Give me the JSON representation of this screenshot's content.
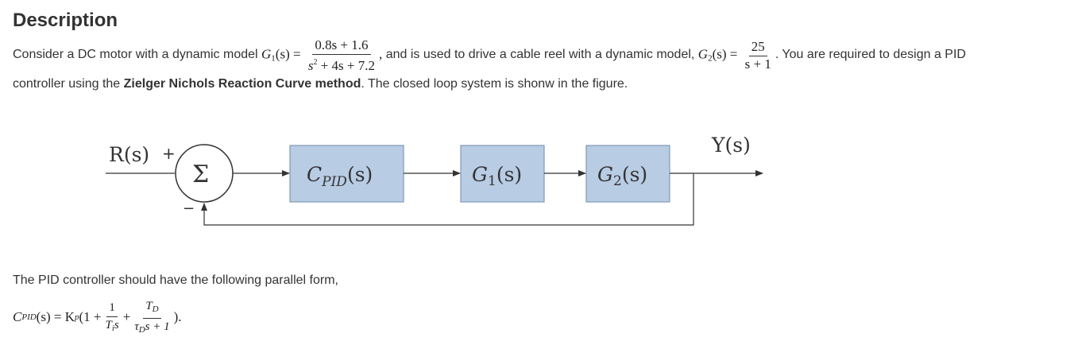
{
  "section": {
    "title": "Description"
  },
  "intro": {
    "part1": "Consider a DC motor with a dynamic model ",
    "g1_label": "G",
    "g1_sub": "1",
    "g1_arg": "(s) =",
    "g1_num": "0.8s + 1.6",
    "g1_den_s": "s",
    "g1_den_sup": "2",
    "g1_den_rest": " + 4s + 7.2",
    "comma": ",",
    "part2": " and is used to drive a cable reel with a dynamic model, ",
    "g2_label": "G",
    "g2_sub": "2",
    "g2_arg": "(s) =",
    "g2_num": "25",
    "g2_den": "s + 1",
    "part3": ". You are required to design a PID",
    "part4": "controller using the ",
    "method": "Zielger Nichols Reaction Curve method",
    "part5": ". The closed loop system is shonw in the figure."
  },
  "diagram": {
    "input": "R(s)",
    "plus": "+",
    "minus": "−",
    "sum": "Σ",
    "output": "Y(s)",
    "pid_c": "C",
    "pid_sub": "PID",
    "pid_arg": "(s)",
    "g1_block": "G",
    "g1_block_sub": "1",
    "g1_block_arg": "(s)",
    "g2_block": "G",
    "g2_block_sub": "2",
    "g2_block_arg": "(s)",
    "block_fill": "#b8cce4",
    "block_stroke": "#7f9ab5"
  },
  "pid_form": {
    "text": "The PID controller should have the following parallel form,",
    "lhs": "C",
    "lhs_sub": "PID",
    "lhs_arg": "(s) = K",
    "kp_sub": "p",
    "open": "(1 +",
    "f1_num": "1",
    "f1_den": "T",
    "f1_den_sub": "i",
    "f1_den_s": "s",
    "plus": "+",
    "f2_num": "T",
    "f2_num_sub": "D",
    "f2_den": "τ",
    "f2_den_sub": "D",
    "f2_den_rest": "s + 1",
    "close": ")."
  }
}
